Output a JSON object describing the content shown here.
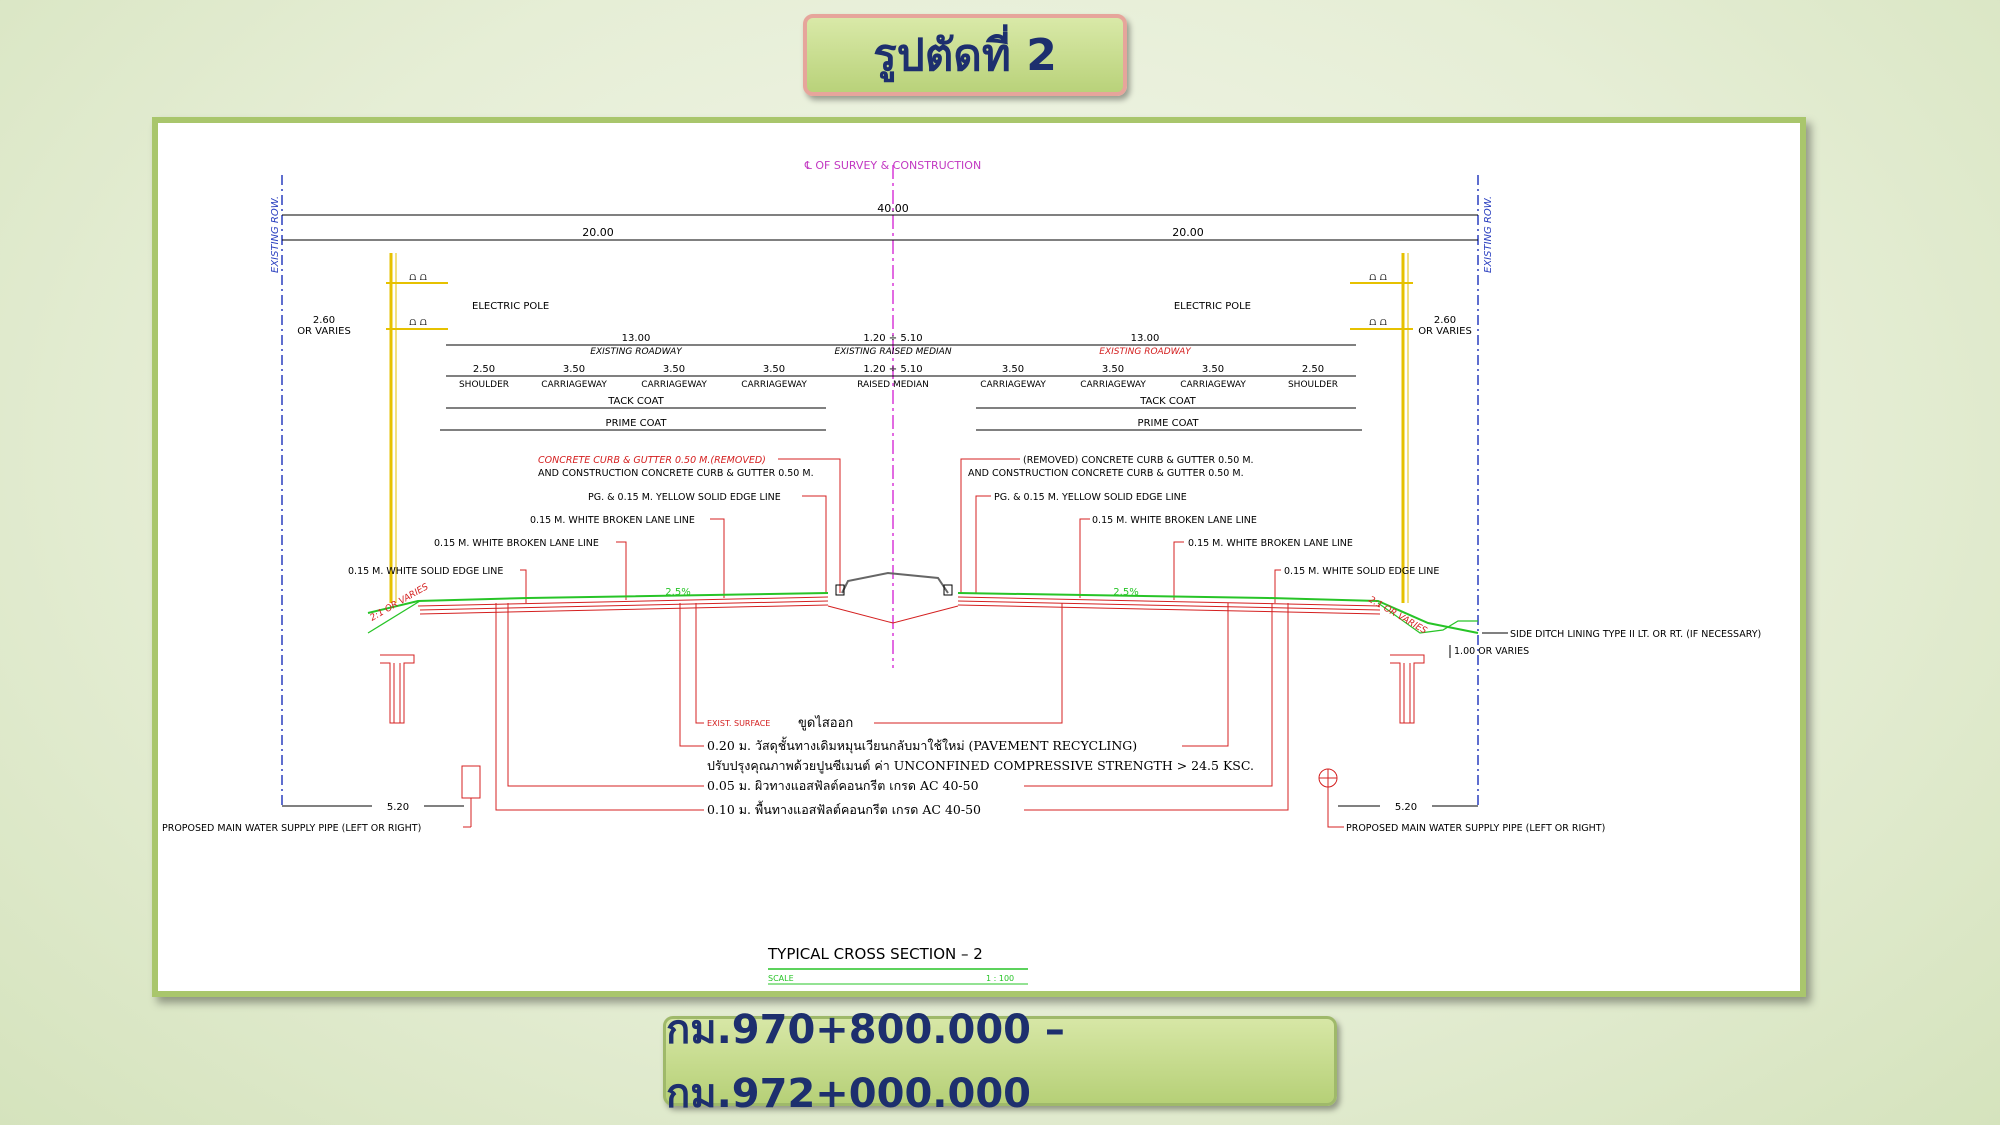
{
  "title": "รูปตัดที่ 2",
  "station_range": "กม.970+800.000 – กม.972+000.000",
  "drawing": {
    "centerline": "℄ OF SURVEY & CONSTRUCTION",
    "row_label": "EXISTING ROW.",
    "width_total": "40.00",
    "half_width_left": "20.00",
    "half_width_right": "20.00",
    "pole_offset": "2.60",
    "or_varies": "OR VARIES",
    "electric_pole": "ELECTRIC POLE",
    "roadway_width": "13.00",
    "existing_roadway": "EXISTING ROADWAY",
    "median_width": "1.20 ÷ 5.10",
    "existing_raised_median": "EXISTING RAISED MEDIAN",
    "shoulder_w": "2.50",
    "lane_w": "3.50",
    "shoulder": "SHOULDER",
    "carriageway": "CARRIAGEWAY",
    "raised_median": "RAISED MEDIAN",
    "tack_coat": "TACK COAT",
    "prime_coat": "PRIME COAT",
    "curb_removed_left": "CONCRETE CURB & GUTTER 0.50 M.(REMOVED)",
    "curb_construct_left": "AND CONSTRUCTION CONCRETE CURB & GUTTER 0.50 M.",
    "curb_removed_right": "(REMOVED) CONCRETE CURB & GUTTER 0.50 M.",
    "curb_construct_right": "AND CONSTRUCTION CONCRETE CURB & GUTTER 0.50 M.",
    "yellow_line_left": "PG. & 0.15 M. YELLOW SOLID EDGE LINE",
    "yellow_line_right": "PG. & 0.15 M. YELLOW SOLID EDGE LINE",
    "white_broken_1": "0.15 M. WHITE BROKEN LANE LINE",
    "white_broken_2": "0.15 M. WHITE BROKEN LANE LINE",
    "white_solid": "0.15 M. WHITE SOLID EDGE LINE",
    "slope_pct": "2.5%",
    "side_slope": "2:1 OR VARIES",
    "side_ditch": "SIDE DITCH LINING TYPE II LT. OR RT. (IF NECESSARY)",
    "ditch_depth": "1.00 OR VARIES",
    "exist_surface": "EXIST. SURFACE",
    "scrape": "ขูดไสออก",
    "note_recycling": "0.20 ม. วัสดุชั้นทางเดิมหมุนเวียนกลับมาใช้ใหม่ (PAVEMENT RECYCLING)",
    "note_cement": "ปรับปรุงคุณภาพด้วยปูนซีเมนต์ ค่า UNCONFINED COMPRESSIVE STRENGTH > 24.5 KSC.",
    "note_wearing": "0.05 ม. ผิวทางแอสฟัลต์คอนกรีต เกรด AC 40-50",
    "note_binder": "0.10 ม. พื้นทางแอสฟัลต์คอนกรีต เกรด AC 40-50",
    "pipe_offset": "5.20",
    "water_pipe": "PROPOSED MAIN WATER SUPPLY PIPE (LEFT OR RIGHT)",
    "section_title": "TYPICAL CROSS SECTION – 2",
    "scale_label": "SCALE",
    "scale_value": "1 : 100"
  }
}
